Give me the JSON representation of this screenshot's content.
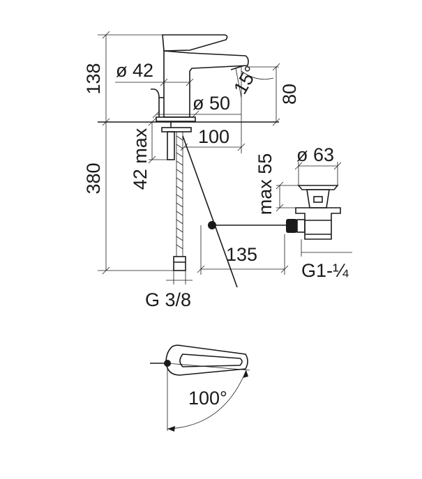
{
  "dimensions": {
    "height_spout": "138",
    "height_below": "380",
    "dia_top": "ø 42",
    "dia_base": "ø 50",
    "angle_spout": "15°",
    "height_outlet": "80",
    "max_hole": "42 max",
    "reach": "100",
    "waste_dia": "ø 63",
    "waste_max": "max 55",
    "waste_offset": "135",
    "waste_thread": "G1-¼",
    "hose_thread": "G 3/8",
    "lever_rotation": "100°"
  },
  "colors": {
    "ink": "#1a1a1a",
    "background": "#ffffff"
  }
}
